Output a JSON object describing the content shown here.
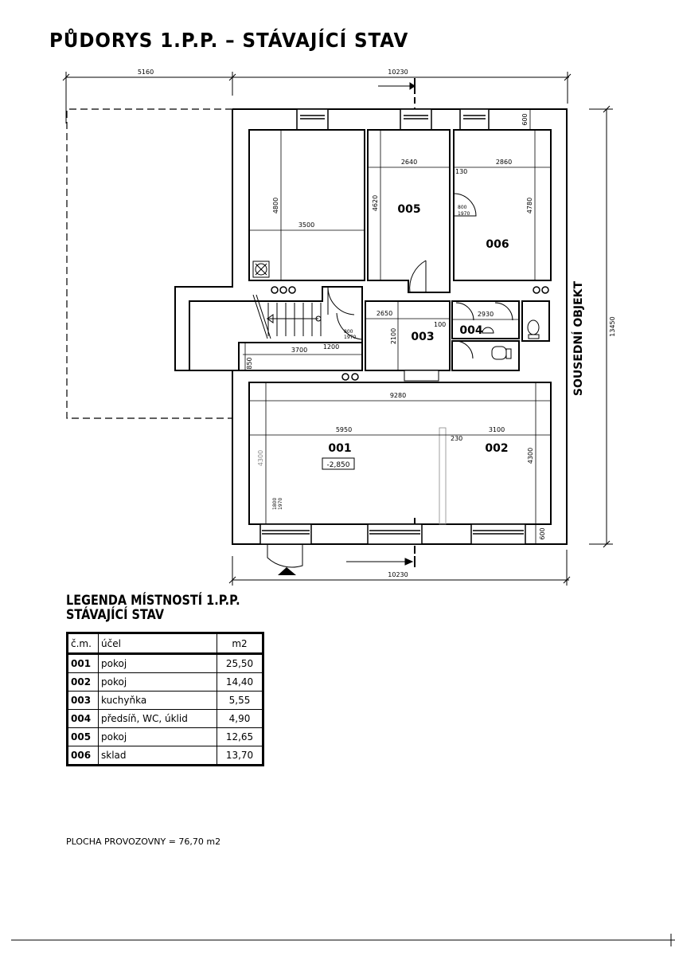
{
  "title": "PŮDORYS 1.P.P. – STÁVAJÍCÍ STAV",
  "plan": {
    "neighbor_label": "SOUSEDNÍ OBJEKT",
    "rooms": {
      "r001": "001",
      "r002": "002",
      "r003": "003",
      "r004": "004",
      "r005": "005",
      "r006": "006"
    },
    "level_mark": "-2,850",
    "dims": {
      "top_left": "5160",
      "top_right": "10230",
      "bottom": "10230",
      "right_total": "13450",
      "left_room_w": "3500",
      "left_room_h": "4800",
      "r005_w": "2640",
      "r005_h": "4620",
      "r006_w": "2860",
      "r006_h": "4780",
      "wall_130": "130",
      "wall_600_top": "600",
      "wall_600_bottom": "600",
      "r003_w": "2650",
      "r003_h": "2100",
      "wall_100": "100",
      "r004_w": "2930",
      "stair_3700": "3700",
      "stair_1200": "1200",
      "stair_850": "850",
      "r_9280": "9280",
      "r001_w": "5950",
      "r002_w": "3100",
      "wall_230": "230",
      "r001_h": "4300",
      "r002_h": "4300",
      "door_800": "800",
      "door_1970": "1970",
      "door_1800": "1800"
    }
  },
  "legend": {
    "title_line1": "LEGENDA MÍSTNOSTÍ 1.P.P.",
    "title_line2": "STÁVAJÍCÍ STAV",
    "headers": [
      "č.m.",
      "účel",
      "m2"
    ],
    "rows": [
      [
        "001",
        "pokoj",
        "25,50"
      ],
      [
        "002",
        "pokoj",
        "14,40"
      ],
      [
        "003",
        "kuchyňka",
        "5,55"
      ],
      [
        "004",
        "předsíň, WC, úklid",
        "4,90"
      ],
      [
        "005",
        "pokoj",
        "12,65"
      ],
      [
        "006",
        "sklad",
        "13,70"
      ]
    ]
  },
  "footer": "PLOCHA PROVOZOVNY = 76,70 m2"
}
